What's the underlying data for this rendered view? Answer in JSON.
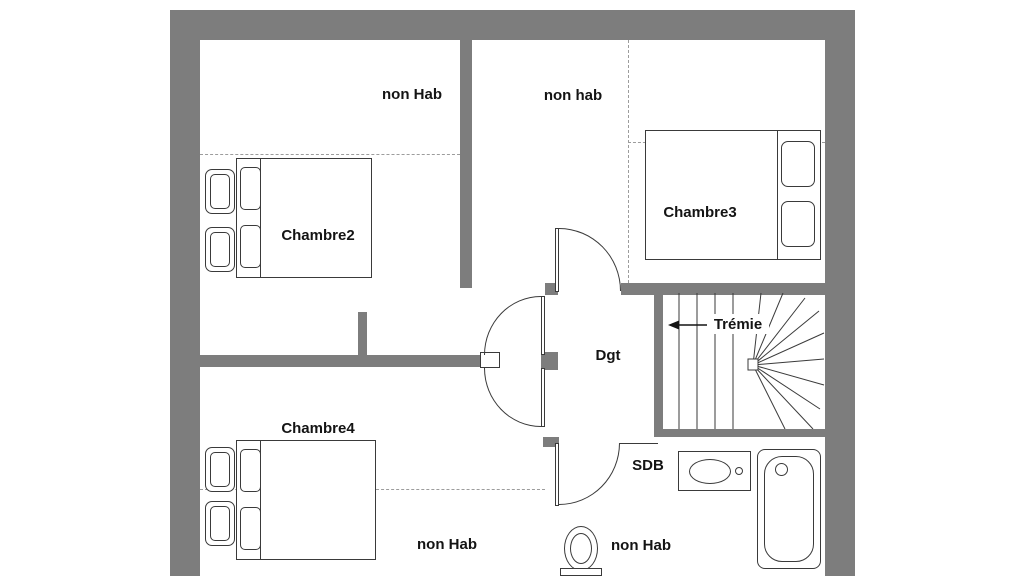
{
  "plan": {
    "type": "floor-plan-upper-storey",
    "labels": {
      "non_hab_top_left": "non Hab",
      "non_hab_top_center": "non hab",
      "chambre2": "Chambre2",
      "chambre3": "Chambre3",
      "chambre4": "Chambre4",
      "dgt": "Dgt",
      "tremie": "Trémie",
      "sdb": "SDB",
      "non_hab_bottom_left": "non Hab",
      "non_hab_bottom_center": "non Hab"
    },
    "colors": {
      "wall": "#7d7d7d",
      "line": "#3a3a3a",
      "dashed": "#9c9c9c",
      "background": "#ffffff",
      "text": "#141414"
    }
  }
}
